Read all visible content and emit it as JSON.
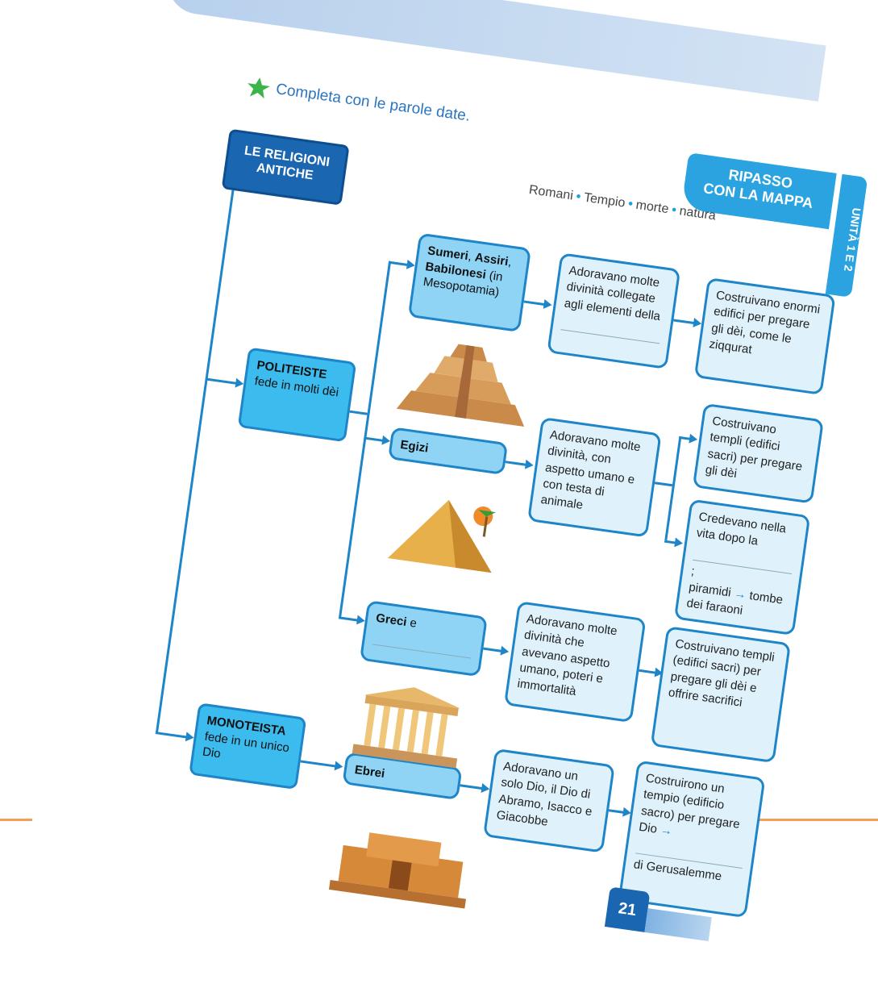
{
  "instruction": "Completa con le parole date.",
  "word_bank": [
    "Romani",
    "Tempio",
    "morte",
    "natura"
  ],
  "header": {
    "ripasso": "RIPASSO",
    "con_la_mappa": "CON LA MAPPA",
    "unita": "UNITÀ 1 E 2"
  },
  "title": {
    "line1": "LE RELIGIONI",
    "line2": "ANTICHE"
  },
  "politeiste": {
    "title": "POLITEISTE",
    "desc": "fede in molti dèi"
  },
  "monoteista": {
    "title": "MONOTEISTA",
    "desc": "fede in un unico Dio"
  },
  "groups": {
    "sumeri": {
      "bold1": "Sumeri",
      "sep1": ", ",
      "bold2": "Assiri",
      "sep2": ",",
      "bold3": "Babilonesi",
      "rest": " (in Mesopotamia)"
    },
    "egizi": {
      "label": "Egizi"
    },
    "greci": {
      "bold": "Greci",
      "rest": " e"
    },
    "ebrei": {
      "label": "Ebrei"
    }
  },
  "boxes": {
    "sumeri_belief": "Adoravano molte divinità collegate agli elementi della",
    "sumeri_build": "Costruivano enormi edifici per pregare gli dèi, come le ziqqurat",
    "egizi_belief": "Adoravano molte divinità, con aspetto umano e con testa di animale",
    "egizi_temples": "Costruivano templi (edifici sacri) per pregare gli dèi",
    "egizi_afterlife_a": "Credevano nella vita dopo la",
    "egizi_afterlife_semicolon": ";",
    "egizi_afterlife_b": "piramidi",
    "egizi_afterlife_c": "tombe dei faraoni",
    "greci_belief": "Adoravano molte divinità che avevano aspetto umano, poteri e immortalità",
    "greci_temples": "Costruivano templi (edifici sacri) per pregare gli dèi e offrire sacrifici",
    "ebrei_belief": "Adoravano un solo Dio, il Dio di Abramo, Isacco e Giacobbe",
    "ebrei_temple_a": "Costruirono un tempio (edificio sacro) per pregare Dio",
    "ebrei_temple_b": "di Gerusalemme"
  },
  "page_number": "21",
  "colors": {
    "dark_blue": "#1b66b0",
    "node_blue": "#3cbbee",
    "light_blue": "#8fd4f5",
    "pale_blue": "#dff2fc",
    "accent_orange": "#f2a057",
    "star_green": "#3bb54a"
  },
  "icons": [
    "star-icon",
    "ziggurat-image",
    "pyramid-image",
    "greek-temple-image",
    "jerusalem-temple-image"
  ]
}
